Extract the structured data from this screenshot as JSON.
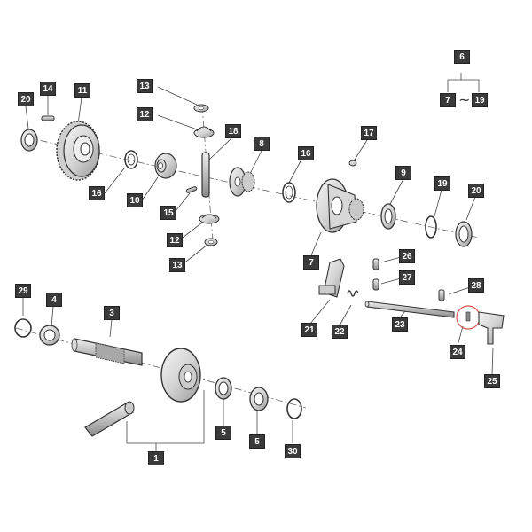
{
  "callouts": {
    "c1": "1",
    "c3": "3",
    "c4": "4",
    "c5a": "5",
    "c5b": "5",
    "c6": "6",
    "c7a": "7",
    "c7b": "7",
    "c8": "8",
    "c9": "9",
    "c10": "10",
    "c11": "11",
    "c12a": "12",
    "c12b": "12",
    "c13a": "13",
    "c13b": "13",
    "c14": "14",
    "c15": "15",
    "c16a": "16",
    "c16b": "16",
    "c17": "17",
    "c18": "18",
    "c19a": "19",
    "c19b": "19",
    "c20a": "20",
    "c20b": "20",
    "c21": "21",
    "c22": "22",
    "c23": "23",
    "c24": "24",
    "c25": "25",
    "c26": "26",
    "c27": "27",
    "c28": "28",
    "c29": "29",
    "c30": "30"
  },
  "range_separator": "~",
  "colors": {
    "line": "#444444",
    "callout_bg": "#3a3a3a",
    "highlight": "#d9534f"
  }
}
